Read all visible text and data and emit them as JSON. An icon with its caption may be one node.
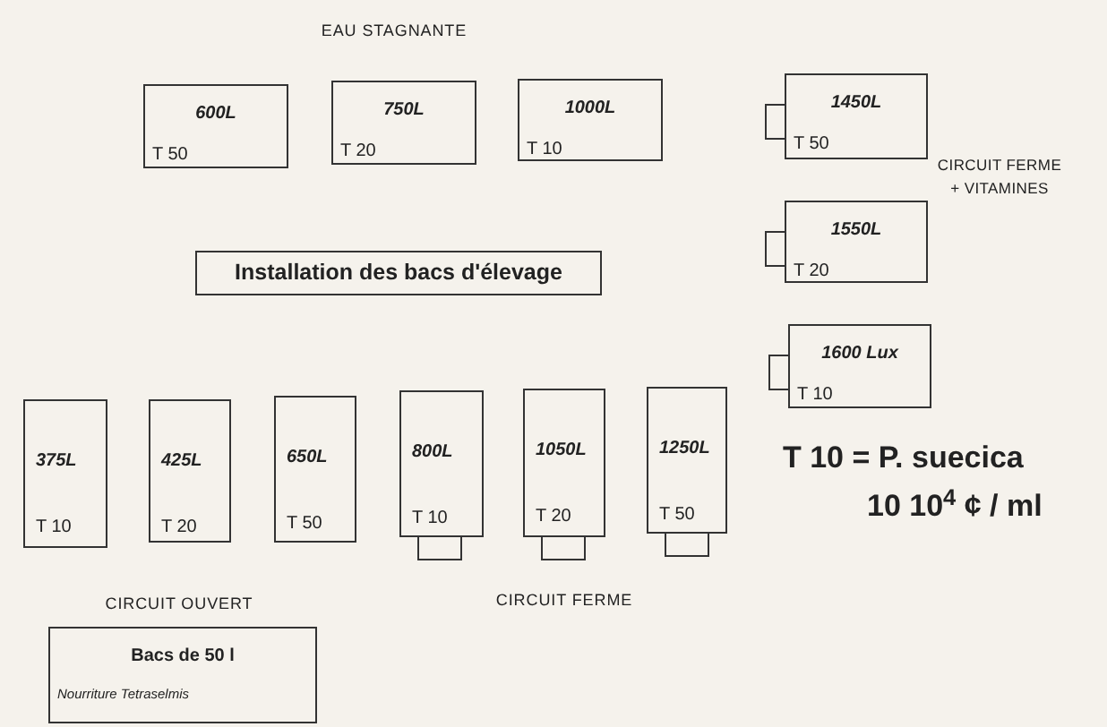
{
  "diagram": {
    "nodes": [
      {
        "text": [
          "600L",
          "T 50"
        ]
      },
      {
        "text": [
          "750L",
          "T 20"
        ]
      },
      {
        "text": [
          "1000L",
          "T 10"
        ]
      },
      {
        "text": [
          "1450L",
          "T 50"
        ]
      },
      {
        "text": [
          "1550L",
          "T 20"
        ]
      },
      {
        "text": [
          "1600 Lux",
          "T 10"
        ]
      },
      {
        "text": [
          "Installation des bacs d'élevage"
        ]
      },
      {
        "text": [
          "375L",
          "T 10"
        ]
      },
      {
        "text": [
          "425L",
          "T 20"
        ]
      },
      {
        "text": [
          "650L",
          "T 50"
        ]
      },
      {
        "text": [
          "800L",
          "T 10"
        ]
      },
      {
        "text": [
          "1050L",
          "T 20"
        ]
      },
      {
        "text": [
          "1250L",
          "T 50"
        ]
      },
      {
        "text": [
          "Bacs de 50 l",
          "Nourriture Tetraselmis"
        ]
      }
    ],
    "edges": [],
    "labels": [
      "EAU STAGNANTE",
      "CIRCUIT FERME + VITAMINES",
      "CIRCUIT OUVERT",
      "CIRCUIT FERME",
      "T 10 = P. suecica",
      "10 10$^{4}$ ¢ / ml"
    ]
  }
}
